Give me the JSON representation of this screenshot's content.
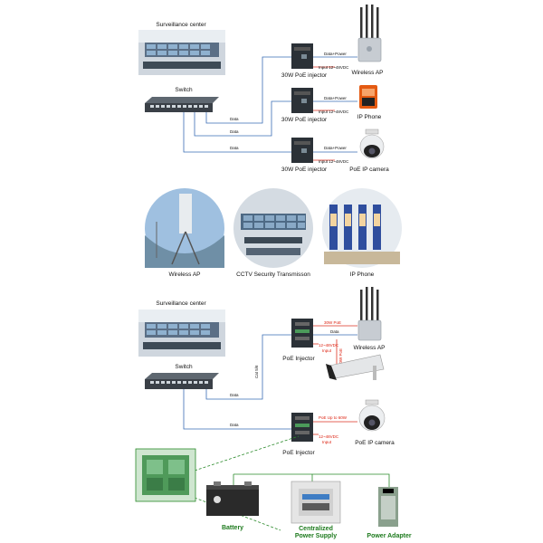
{
  "top": {
    "surveillance_center": "Surveillance center",
    "switch": "Switch",
    "wireless_ap": "Wireless AP",
    "ip_phone": "IP Phone",
    "poe_ip_camera": "PoE IP camera",
    "injector": "30W PoE injector",
    "data": "Data",
    "data_power": "Data+Power",
    "input": "Input 12~48VDC"
  },
  "photos": {
    "wireless_ap": "Wireless AP",
    "cctv": "CCTV Security Transmisson",
    "ip_phone": "IP  Phone"
  },
  "bottom": {
    "surveillance_center": "Surveillance center",
    "switch": "Switch",
    "poe_injector": "PoE Injector",
    "wireless_ap": "Wireless AP",
    "poe_ip_camera": "PoE IP camera",
    "data": "Data",
    "cat": "Cat 5/6",
    "poe_30": "30W PoE",
    "poe_30_vert": "30W PoE",
    "poe_60": "PoE Up to 60W",
    "input": "12~48VDC",
    "input2": "Input",
    "battery": "Battery",
    "centralized": "Centralized",
    "power_supply": "Power Supply",
    "power_adapter": "Power Adapter"
  },
  "colors": {
    "data_line": "#3a6db5",
    "power_line": "#d32222",
    "dc_line": "#2a8a2a"
  }
}
